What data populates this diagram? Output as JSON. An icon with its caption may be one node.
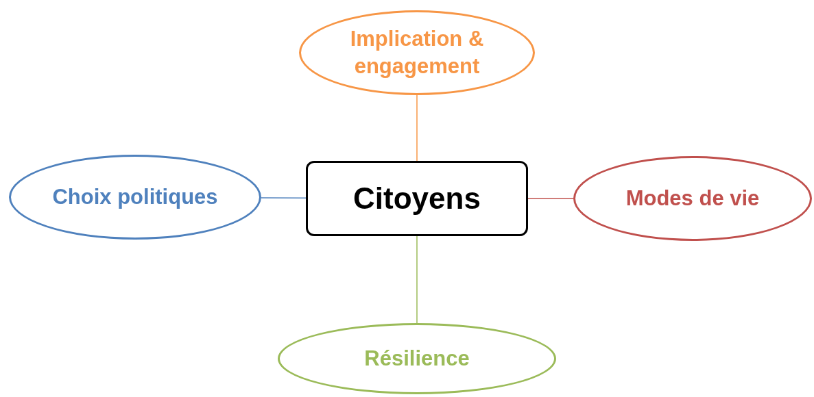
{
  "diagram": {
    "nodes": [
      {
        "text": [
          "Implication & engagement"
        ]
      },
      {
        "text": [
          "Choix politiques"
        ]
      },
      {
        "text": [
          "Citoyens"
        ]
      },
      {
        "text": [
          "Modes de vie"
        ]
      },
      {
        "text": [
          "Résilience"
        ]
      }
    ],
    "edges": [
      {
        "from": 2,
        "to": 0,
        "arrow": "none",
        "color": "#f79646"
      },
      {
        "from": 2,
        "to": 1,
        "arrow": "none",
        "color": "#4f81bd"
      },
      {
        "from": 2,
        "to": 3,
        "arrow": "none",
        "color": "#c0504d"
      },
      {
        "from": 2,
        "to": 4,
        "arrow": "none",
        "color": "#9bbb59"
      }
    ]
  }
}
